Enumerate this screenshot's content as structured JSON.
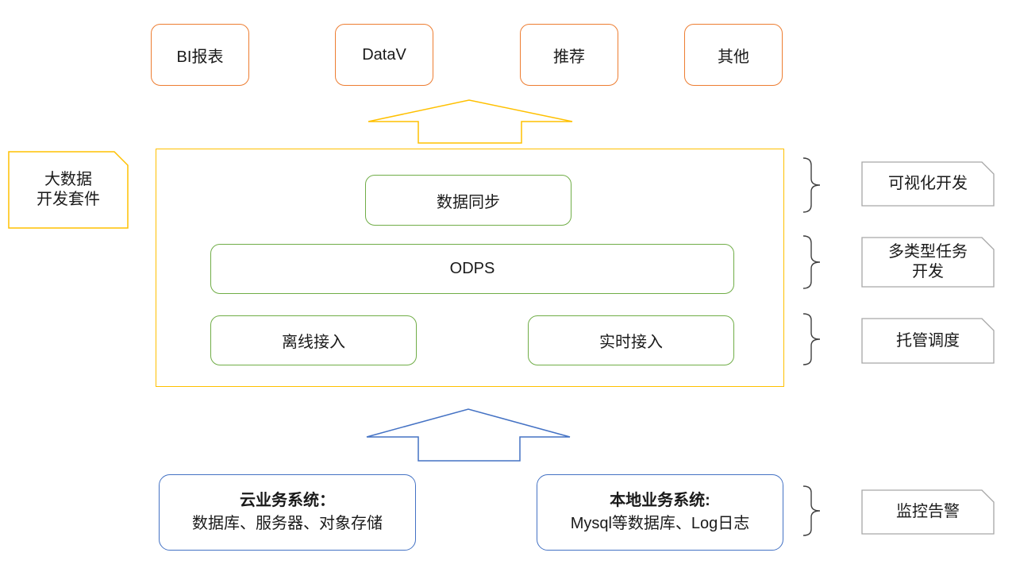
{
  "top_apps": [
    {
      "label": "BI报表"
    },
    {
      "label": "DataV"
    },
    {
      "label": "推荐"
    },
    {
      "label": "其他"
    }
  ],
  "left_tag": {
    "line1": "大数据",
    "line2": "开发套件"
  },
  "suite_boxes": {
    "sync": "数据同步",
    "odps": "ODPS",
    "offline": "离线接入",
    "realtime": "实时接入"
  },
  "right_tags": [
    {
      "line1": "可视化开发",
      "line2": ""
    },
    {
      "line1": "多类型任务",
      "line2": "开发"
    },
    {
      "line1": "托管调度",
      "line2": ""
    },
    {
      "line1": "监控告警",
      "line2": ""
    }
  ],
  "bottom_sources": [
    {
      "title": "云业务系统：",
      "desc": "数据库、服务器、对象存储"
    },
    {
      "title": "本地业务系统:",
      "desc": "Mysql等数据库、Log日志"
    }
  ],
  "colors": {
    "orange_border": "#ED7D31",
    "gold_border": "#FFC000",
    "green_border": "#70AD47",
    "blue_border": "#4472C4",
    "tag_border": "#A6A6A6",
    "brace_line": "#404040"
  }
}
